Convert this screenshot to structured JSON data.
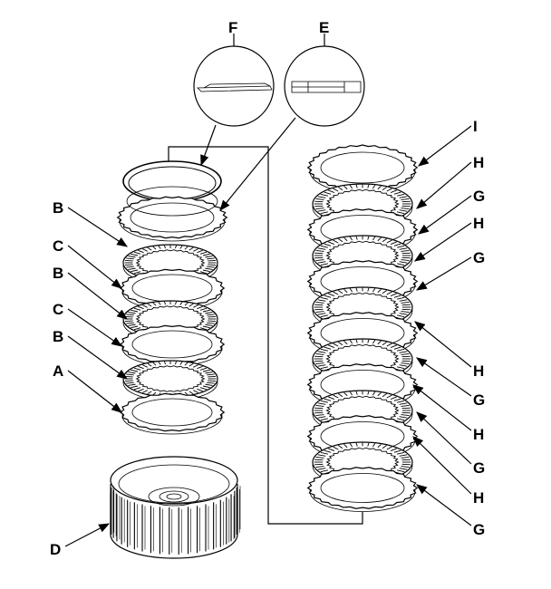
{
  "diagram": {
    "detail_labels": {
      "left": "F",
      "right": "E"
    },
    "left_stack_labels": [
      "B",
      "C",
      "B",
      "C",
      "B",
      "A"
    ],
    "drum_label": "D",
    "right_stack_labels_right_top": [
      "I",
      "H",
      "G",
      "H",
      "G"
    ],
    "right_stack_labels_right_bottom": [
      "H",
      "G",
      "H",
      "G",
      "H",
      "G"
    ]
  }
}
